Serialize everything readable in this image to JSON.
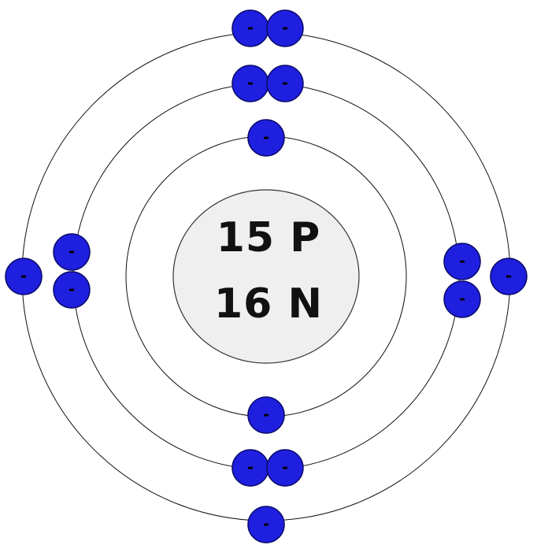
{
  "nucleus": {
    "protons_label": "15 P",
    "neutrons_label": "16 N",
    "fill_color": "#efefef"
  },
  "electron": {
    "symbol": "-",
    "fill_color": "#1f1fe0",
    "stroke_color": "#0a0a6a"
  },
  "shells": [
    {
      "shell": 1,
      "electrons": 2
    },
    {
      "shell": 2,
      "electrons": 8
    },
    {
      "shell": 3,
      "electrons": 5
    }
  ]
}
